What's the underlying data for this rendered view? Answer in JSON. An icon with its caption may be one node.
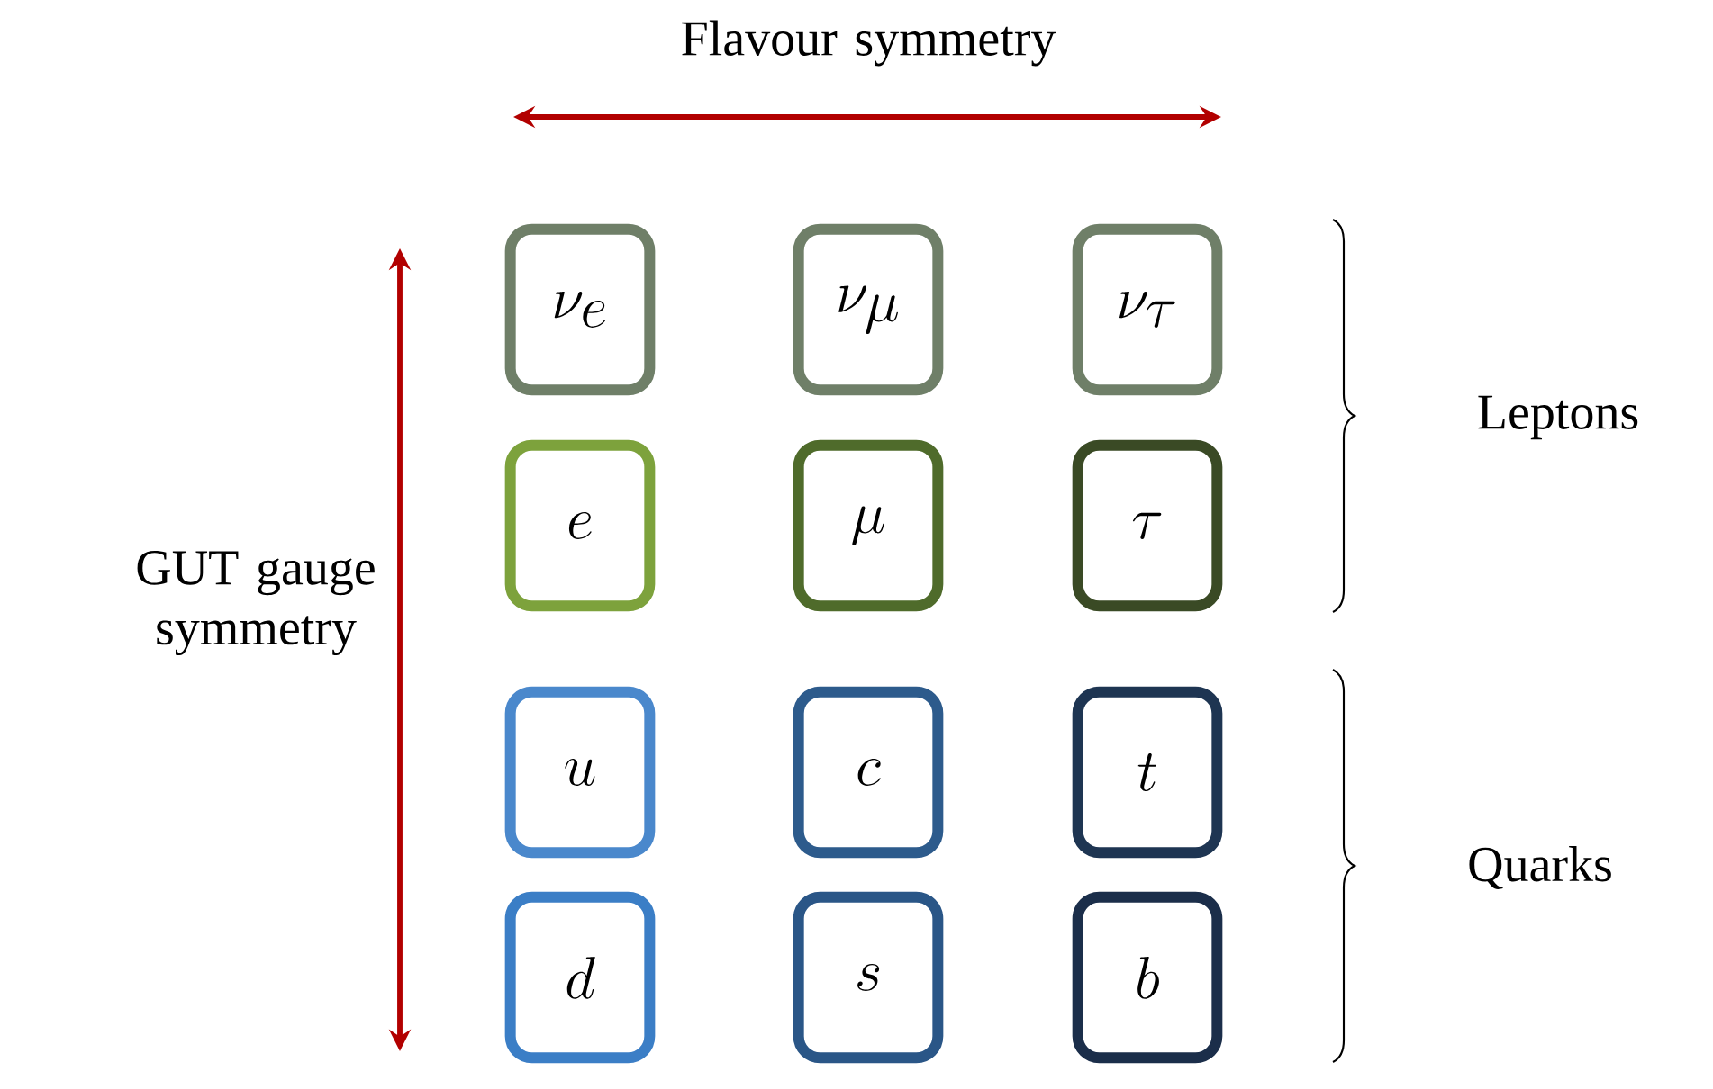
{
  "diagram": {
    "nodes": [
      {
        "text": [
          "\\nu_e"
        ]
      },
      {
        "text": [
          "\\nu_\\mu"
        ]
      },
      {
        "text": [
          "\\nu_\\tau"
        ]
      },
      {
        "text": [
          "e"
        ]
      },
      {
        "text": [
          "\\mu"
        ]
      },
      {
        "text": [
          "\\tau"
        ]
      },
      {
        "text": [
          "u"
        ]
      },
      {
        "text": [
          "c"
        ]
      },
      {
        "text": [
          "t"
        ]
      },
      {
        "text": [
          "d"
        ]
      },
      {
        "text": [
          "s"
        ]
      },
      {
        "text": [
          "b"
        ]
      }
    ],
    "labels": [
      "Flavour symmetry",
      "GUT gauge symmetry",
      "Leptons",
      "Quarks"
    ]
  }
}
